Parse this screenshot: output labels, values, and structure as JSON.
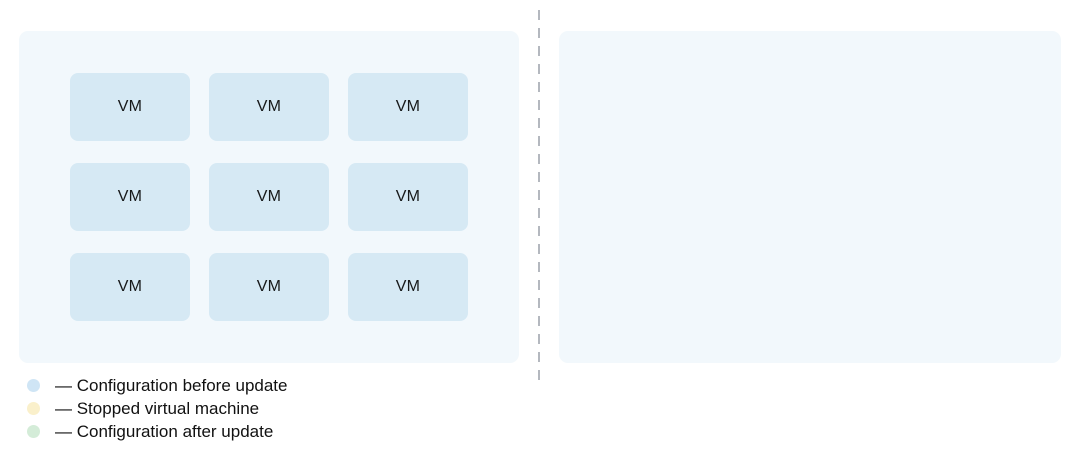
{
  "diagram": {
    "before_panel": {
      "vms": [
        "VM",
        "VM",
        "VM",
        "VM",
        "VM",
        "VM",
        "VM",
        "VM",
        "VM"
      ]
    },
    "after_panel": {
      "vms": []
    },
    "legend": {
      "items": [
        {
          "id": "configuration-before-update",
          "label": "— Configuration before update",
          "color": "#cfe5f5"
        },
        {
          "id": "stopped-virtual-machine",
          "label": "— Stopped virtual machine",
          "color": "#faf0cb"
        },
        {
          "id": "configuration-after-update",
          "label": "— Configuration after update",
          "color": "#d4ecd8"
        }
      ]
    },
    "colors": {
      "panel_bg": "#f2f8fc",
      "vm_box_bg": "#d6e9f4",
      "divider": "#b4b8bf",
      "text": "#17191a"
    }
  }
}
